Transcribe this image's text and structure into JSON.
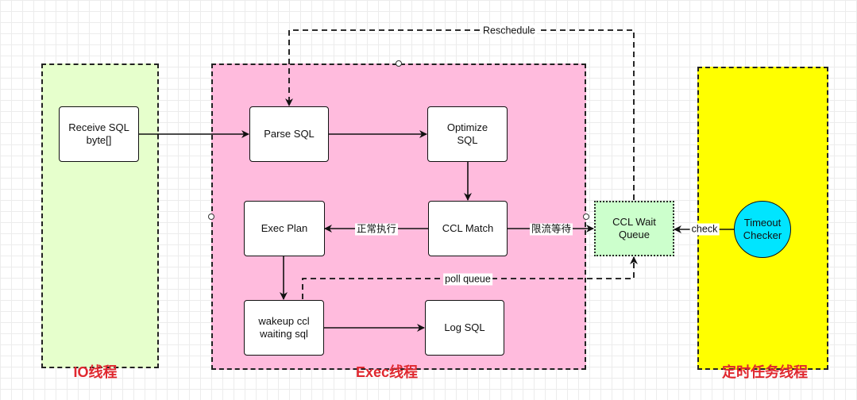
{
  "regions": {
    "io": {
      "title": "IO线程",
      "fill": "#e6ffcc"
    },
    "exec": {
      "title": "Exec线程",
      "fill": "#ffbbdd"
    },
    "timer": {
      "title": "定时任务线程",
      "fill": "#ffff00"
    }
  },
  "nodes": {
    "receive_sql": "Receive SQL\nbyte[]",
    "parse_sql": "Parse SQL",
    "optimize_sql": "Optimize\nSQL",
    "exec_plan": "Exec Plan",
    "ccl_match": "CCL Match",
    "wakeup": "wakeup ccl\nwaiting sql",
    "log_sql": "Log SQL",
    "ccl_wait_queue": "CCL Wait\nQueue",
    "timeout_checker": "Timeout\nChecker"
  },
  "edge_labels": {
    "reschedule": "Reschedule",
    "normal_exec": "正常执行",
    "rate_limit_wait": "限流等待",
    "check": "check",
    "poll_queue": "poll queue"
  },
  "colors": {
    "title_red": "#e0282f",
    "queue_fill": "#ccffcc",
    "checker_fill": "#00e5ff",
    "grid": "#ececec"
  }
}
